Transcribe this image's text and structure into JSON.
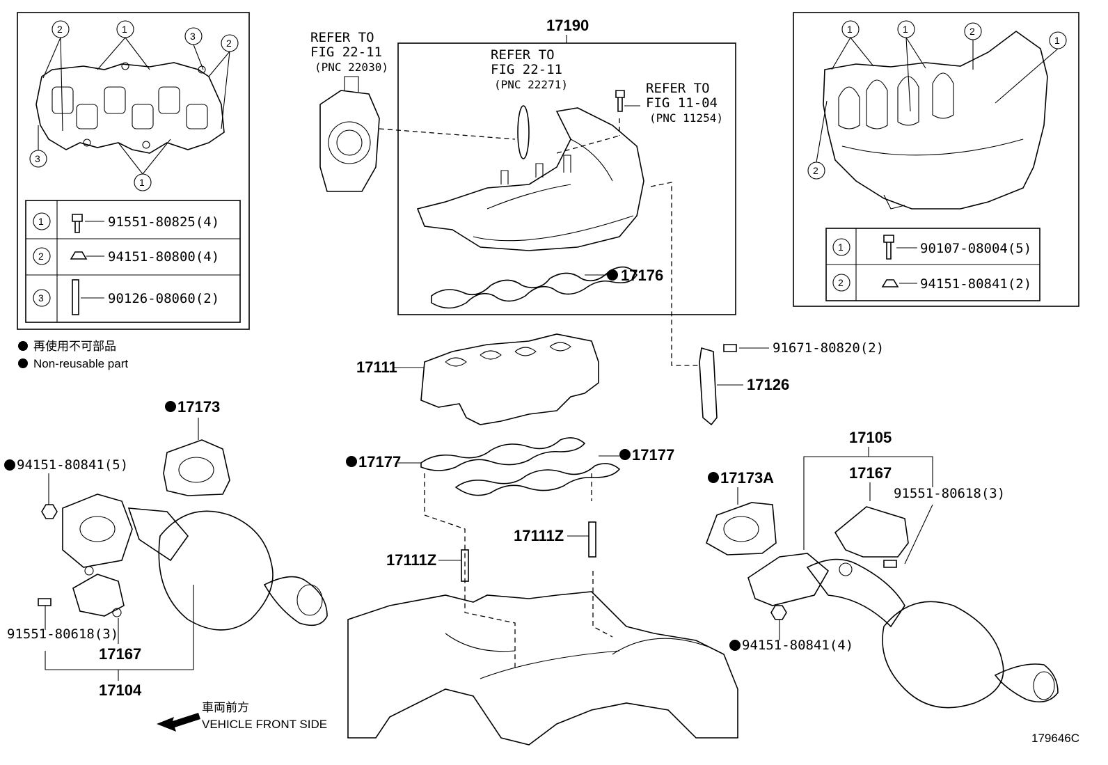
{
  "labels": {
    "pnc_17190": "17190",
    "pnc_17176": "17176",
    "pnc_17111": "17111",
    "pnc_17126": "17126",
    "pnc_17173": "17173",
    "pnc_17173a": "17173A",
    "pnc_17177_left": "17177",
    "pnc_17177_right": "17177",
    "pnc_17111z_left": "17111Z",
    "pnc_17111z_right": "17111Z",
    "pnc_17105": "17105",
    "pnc_17167_right": "17167",
    "pnc_17167_left": "17167",
    "pnc_17104": "17104",
    "bolt_91671": "91671-80820(2)",
    "nut_left": "94151-80841(5)",
    "bolt_left": "91551-80618(3)",
    "bolt_right": "91551-80618(3)",
    "nut_right": "94151-80841(4)"
  },
  "refer": [
    {
      "line1": "REFER TO",
      "line2": "FIG 22-11",
      "line3": "(PNC 22030)"
    },
    {
      "line1": "REFER TO",
      "line2": "FIG 22-11",
      "line3": "(PNC 22271)"
    },
    {
      "line1": "REFER TO",
      "line2": "FIG 11-04",
      "line3": "(PNC 11254)"
    }
  ],
  "left_inset_table": [
    {
      "num": "1",
      "part": "91551-80825(4)"
    },
    {
      "num": "2",
      "part": "94151-80800(4)"
    },
    {
      "num": "3",
      "part": "90126-08060(2)"
    }
  ],
  "right_inset_table": [
    {
      "num": "1",
      "part": "90107-08004(5)"
    },
    {
      "num": "2",
      "part": "94151-80841(2)"
    }
  ],
  "legend": {
    "jp": "再使用不可部品",
    "en": "Non-reusable part"
  },
  "front": {
    "jp": "車両前方",
    "en": "VEHICLE FRONT SIDE"
  },
  "figure_id": "179646C"
}
